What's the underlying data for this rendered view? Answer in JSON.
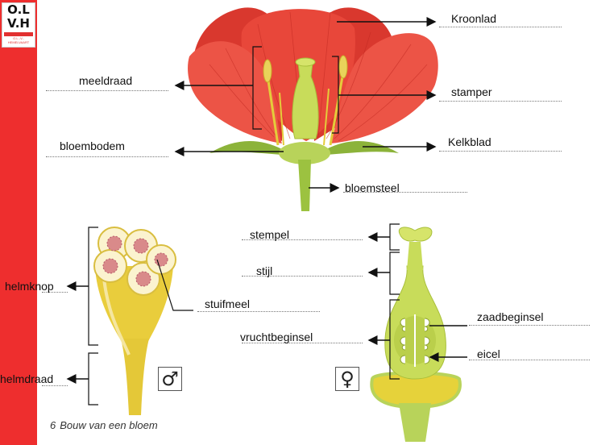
{
  "logo": {
    "line1": "O.L",
    "line2": "V.H",
    "sub": "O.L.-V.-HEMELVAART"
  },
  "labels": {
    "kroonlad": "Kroonlad",
    "meeldraad": "meeldraad",
    "stamper": "stamper",
    "bloembodem": "bloembodem",
    "kelkblad": "Kelkblad",
    "bloemsteel": "bloemsteel",
    "stempel": "stempel",
    "stijl": "stijl",
    "helmknop": "helmknop",
    "stuifmeel": "stuifmeel",
    "zaadbeginsel": "zaadbeginsel",
    "vruchtbeginsel": "vruchtbeginsel",
    "eicel": "eicel",
    "helmdraad": "helmdraad"
  },
  "symbols": {
    "male": "♂",
    "female": "♀"
  },
  "caption": {
    "number": "6",
    "text": "Bouw van een bloem"
  },
  "colors": {
    "sidebar": "#ee2e2e",
    "petal": "#e8473a",
    "green": "#a9c94a",
    "yellow": "#e6d24a"
  }
}
